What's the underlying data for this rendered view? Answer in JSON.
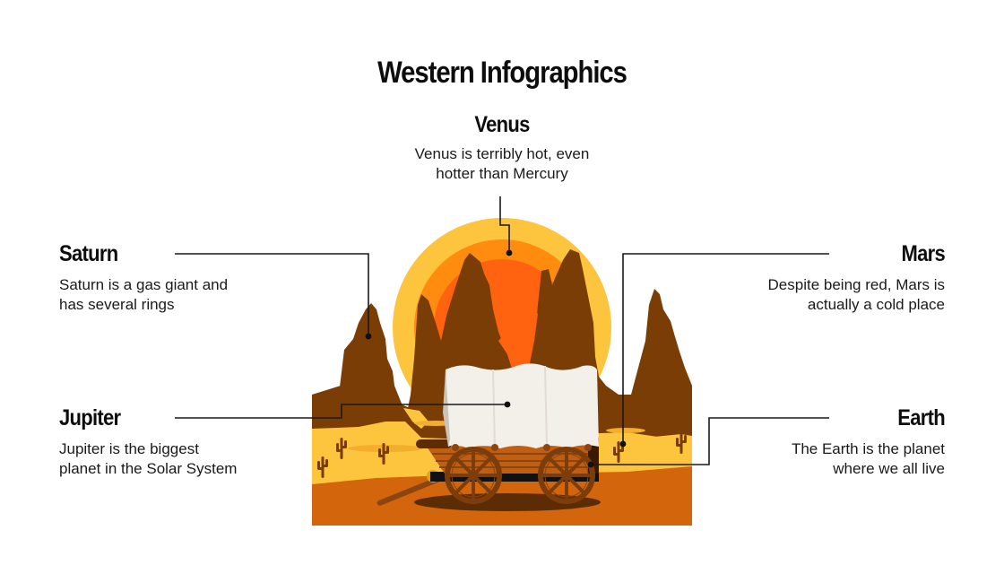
{
  "slide": {
    "title": "Western Infographics"
  },
  "items": {
    "venus": {
      "title": "Venus",
      "lines": [
        "Venus is terribly hot, even",
        "hotter than Mercury"
      ]
    },
    "saturn": {
      "title": "Saturn",
      "lines": [
        "Saturn is a gas giant and",
        "has several rings"
      ]
    },
    "jupiter": {
      "title": "Jupiter",
      "lines": [
        "Jupiter is the biggest",
        "planet in the Solar System"
      ]
    },
    "mars": {
      "title": "Mars",
      "lines": [
        "Despite being red, Mars is",
        "actually a cold place"
      ]
    },
    "earth": {
      "title": "Earth",
      "lines": [
        "The Earth is the planet",
        "where we all live"
      ]
    }
  },
  "illustration": {
    "subject": "covered-wagon-desert-scene",
    "colors": {
      "sun_outer": "#FDC43E",
      "sun_middle": "#FF8C0F",
      "sun_inner": "#FF6310",
      "rock": "#7A3D06",
      "sand": "#FDC43E",
      "sand_dark": "#F3AE2B",
      "ground": "#D3650C",
      "wagon_cover": "#F3EFE9",
      "wagon_wood": "#C05E12",
      "wheel": "#7C3D0B",
      "connector": "#1a1a1a"
    }
  }
}
